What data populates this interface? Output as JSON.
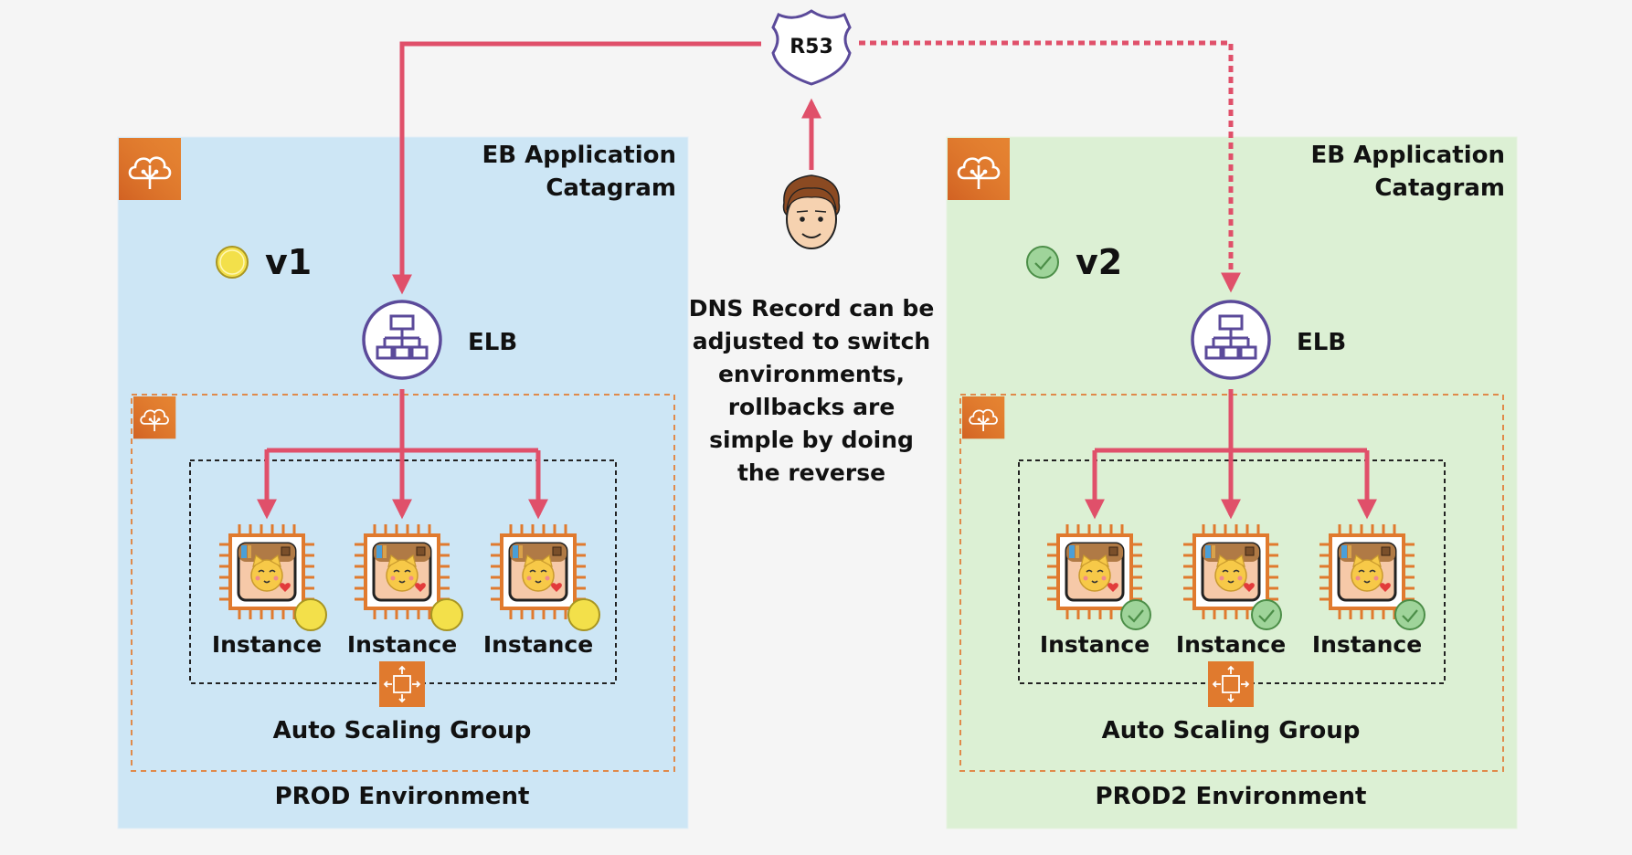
{
  "route53": {
    "label": "R53"
  },
  "note": {
    "lines": [
      "DNS Record can be",
      "adjusted to switch",
      "environments,",
      "rollbacks are",
      "simple by doing",
      "the reverse"
    ]
  },
  "environments": [
    {
      "app_title_line1": "EB Application",
      "app_title_line2": "Catagram",
      "version_label": "v1",
      "version_marker": "yellow-circle",
      "elb_label": "ELB",
      "instances": [
        "Instance",
        "Instance",
        "Instance"
      ],
      "asg_label": "Auto Scaling Group",
      "env_label": "PROD Environment",
      "background": "#cde6f5"
    },
    {
      "app_title_line1": "EB Application",
      "app_title_line2": "Catagram",
      "version_label": "v2",
      "version_marker": "green-check-circle",
      "elb_label": "ELB",
      "instances": [
        "Instance",
        "Instance",
        "Instance"
      ],
      "asg_label": "Auto Scaling Group",
      "env_label": "PROD2 Environment",
      "background": "#dcf0d4"
    }
  ],
  "colors": {
    "arrow": "#e0506a",
    "aws_orange": "#e07a2e",
    "elb_purple": "#5b4a9a",
    "yellow_marker": "#f3e04a",
    "green_marker": "#9fd49a"
  }
}
